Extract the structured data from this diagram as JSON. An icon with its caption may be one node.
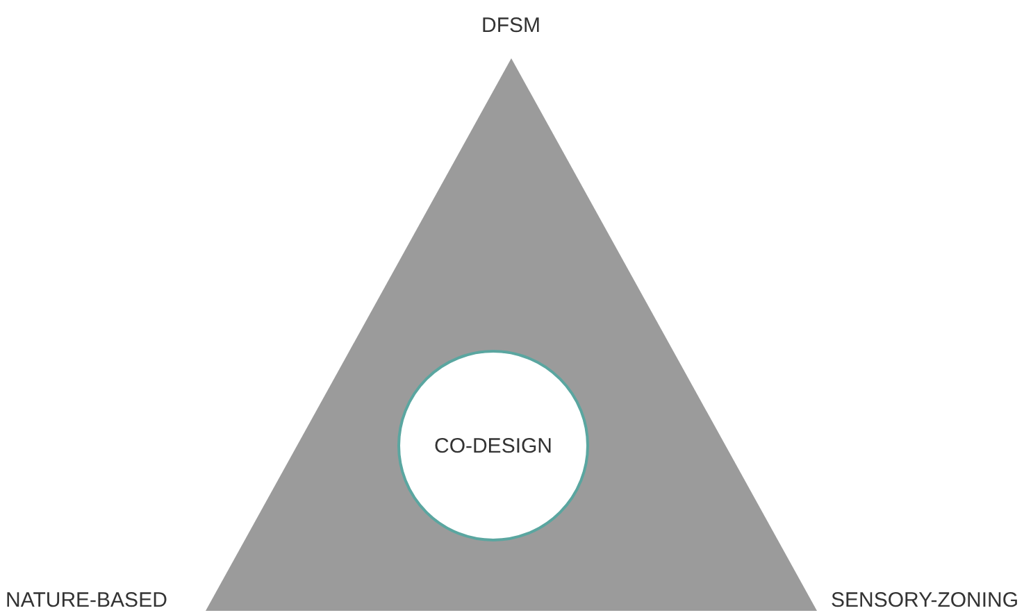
{
  "diagram": {
    "nodes": [
      {
        "text": [],
        "shape": "triangle"
      },
      {
        "text": [
          "CO-DESIGN"
        ],
        "in": 0
      }
    ],
    "labels": [
      "DFSM",
      "NATURE-BASED",
      "SENSORY-ZONING"
    ]
  }
}
